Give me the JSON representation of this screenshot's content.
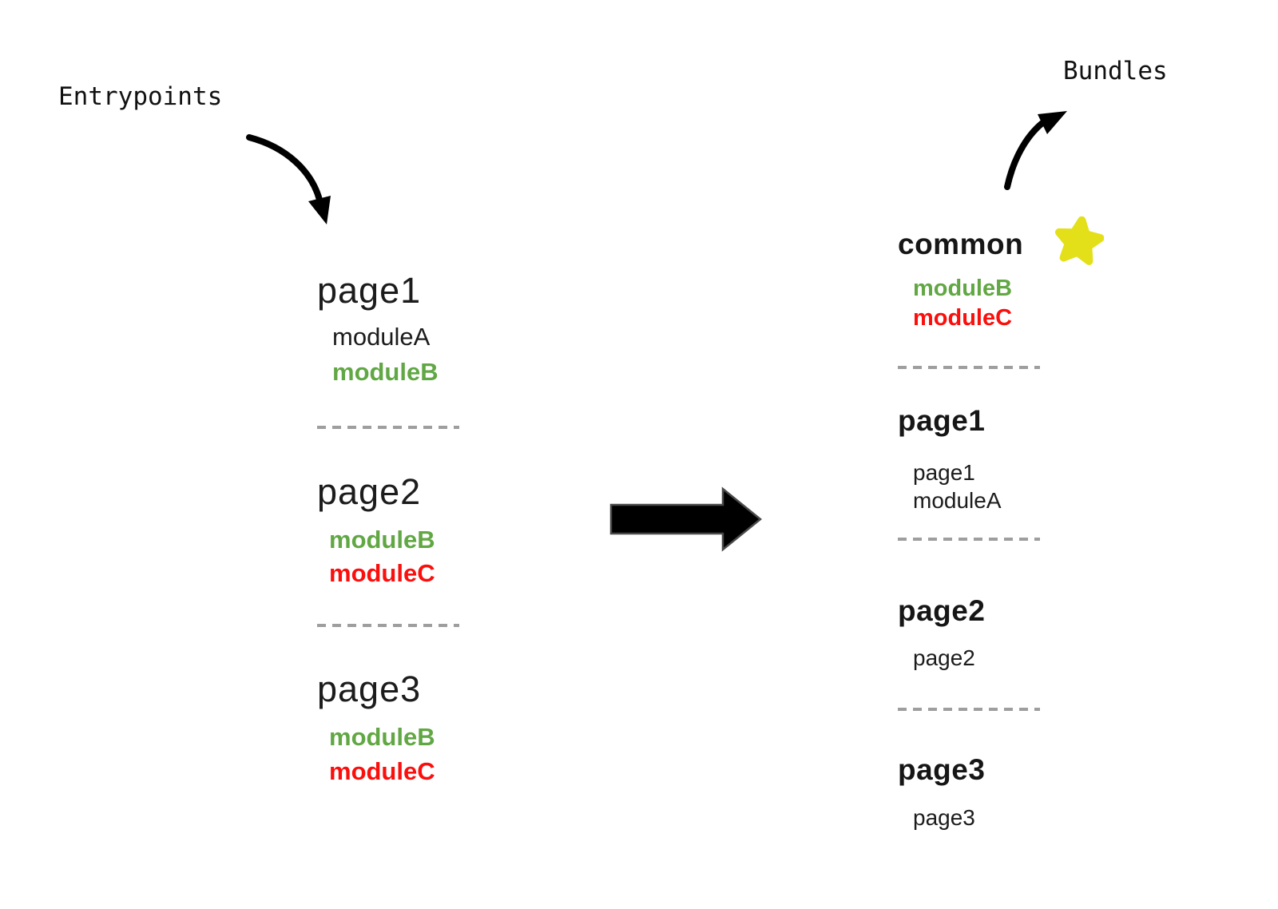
{
  "labels": {
    "entrypoints": "Entrypoints",
    "bundles": "Bundles"
  },
  "colors": {
    "text": "#1c1c1c",
    "module_green": "#61a744",
    "module_red": "#fb0f0c",
    "star_yellow": "#e3e019",
    "dash_gray": "#9e9e9e",
    "arrow_black": "#000000"
  },
  "entrypoints": [
    {
      "name": "page1",
      "modules": [
        {
          "label": "moduleA",
          "color": "black"
        },
        {
          "label": "moduleB",
          "color": "green"
        }
      ]
    },
    {
      "name": "page2",
      "modules": [
        {
          "label": "moduleB",
          "color": "green"
        },
        {
          "label": "moduleC",
          "color": "red"
        }
      ]
    },
    {
      "name": "page3",
      "modules": [
        {
          "label": "moduleB",
          "color": "green"
        },
        {
          "label": "moduleC",
          "color": "red"
        }
      ]
    }
  ],
  "bundles": [
    {
      "name": "common",
      "starred": true,
      "modules": [
        {
          "label": "moduleB",
          "color": "green"
        },
        {
          "label": "moduleC",
          "color": "red"
        }
      ]
    },
    {
      "name": "page1",
      "starred": false,
      "modules": [
        {
          "label": "page1",
          "color": "black"
        },
        {
          "label": "moduleA",
          "color": "black"
        }
      ]
    },
    {
      "name": "page2",
      "starred": false,
      "modules": [
        {
          "label": "page2",
          "color": "black"
        }
      ]
    },
    {
      "name": "page3",
      "starred": false,
      "modules": [
        {
          "label": "page3",
          "color": "black"
        }
      ]
    }
  ]
}
